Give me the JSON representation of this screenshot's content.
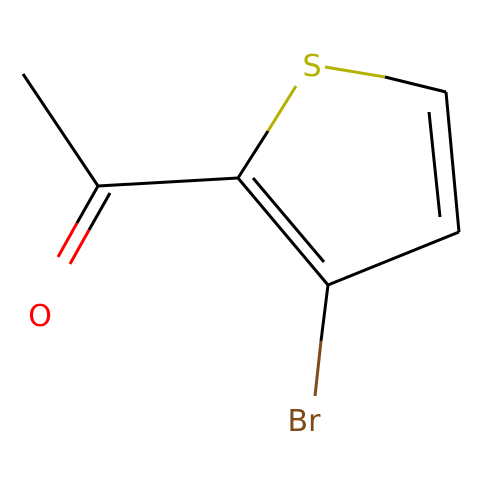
{
  "molecule": {
    "atoms": {
      "sulfur": {
        "label": "S",
        "color": "#b2b200"
      },
      "oxygen": {
        "label": "O",
        "color": "#ff0000"
      },
      "bromine": {
        "label": "Br",
        "color": "#7f4c19"
      }
    },
    "bond_color": "#000000"
  }
}
